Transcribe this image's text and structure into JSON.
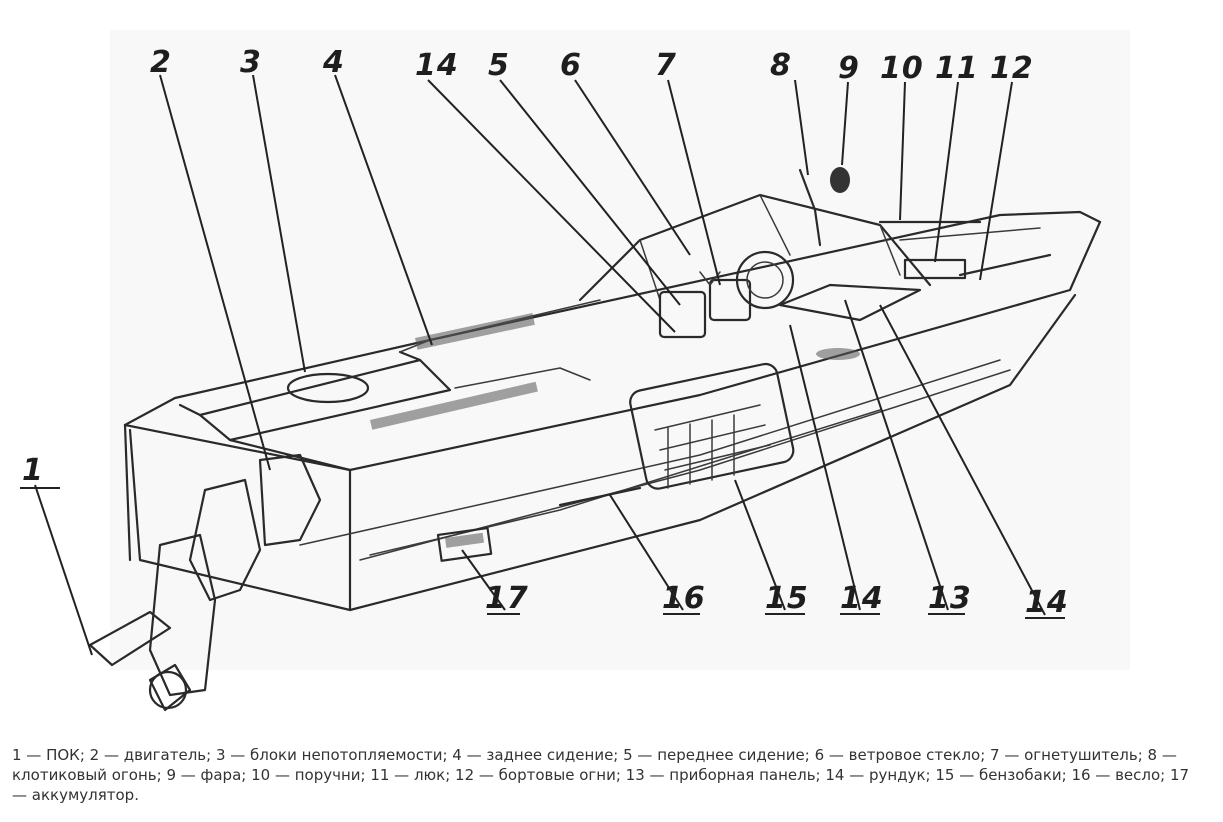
{
  "figure": {
    "labels": [
      "1",
      "2",
      "3",
      "4",
      "14",
      "5",
      "6",
      "7",
      "8",
      "9",
      "10",
      "11",
      "12",
      "17",
      "16",
      "15",
      "14",
      "13",
      "14"
    ]
  },
  "caption": "1 — ПОК; 2 — двигатель; 3 — блоки непотопляемости; 4 — заднее сидение; 5 — переднее сидение; 6 — ветровое стекло; 7 — огнетушитель; 8 — клотиковый огонь; 9 — фара; 10 — поручни; 11 — люк; 12 — бортовые огни; 13 — приборная панель; 14 — рундук; 15 — бензобаки; 16 — весло; 17 — аккумулятор."
}
